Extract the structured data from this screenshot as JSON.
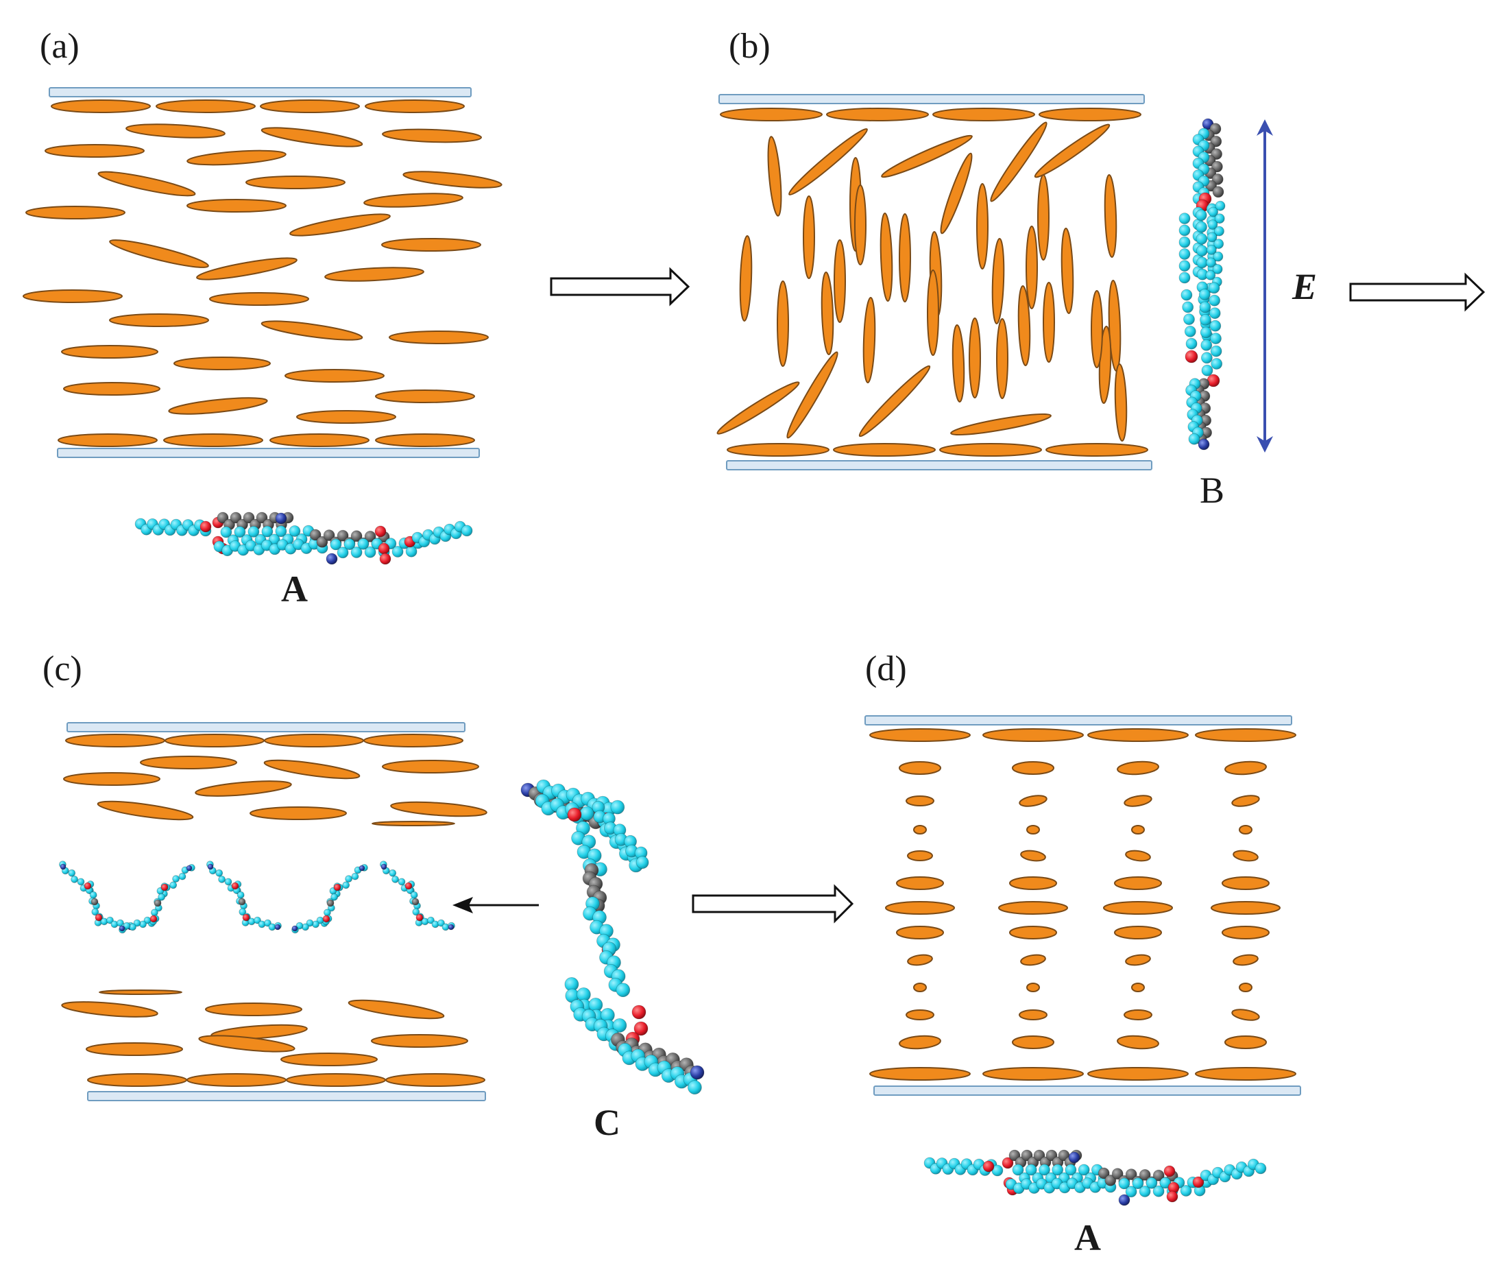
{
  "panels": {
    "a": {
      "label": "(a)",
      "molecule": "A"
    },
    "b": {
      "label": "(b)",
      "molecule": "B",
      "field": "E"
    },
    "c": {
      "label": "(c)",
      "molecule": "C"
    },
    "d": {
      "label": "(d)",
      "molecule": "A"
    }
  },
  "colors": {
    "lc_fill": "#f08a1c",
    "lc_stroke": "#7a4a16",
    "substrate_fill": "#dbe8f4",
    "substrate_stroke": "#6f9cc0",
    "atom_cyan": "#22d0e8",
    "atom_gray": "#6a6a6a",
    "atom_red": "#e81d2a",
    "atom_blue": "#2a3ea6",
    "field_arrow": "#3a4fb0"
  },
  "icons": [
    "hollow-right-arrow-icon",
    "left-arrow-icon",
    "field-double-arrow-icon"
  ]
}
